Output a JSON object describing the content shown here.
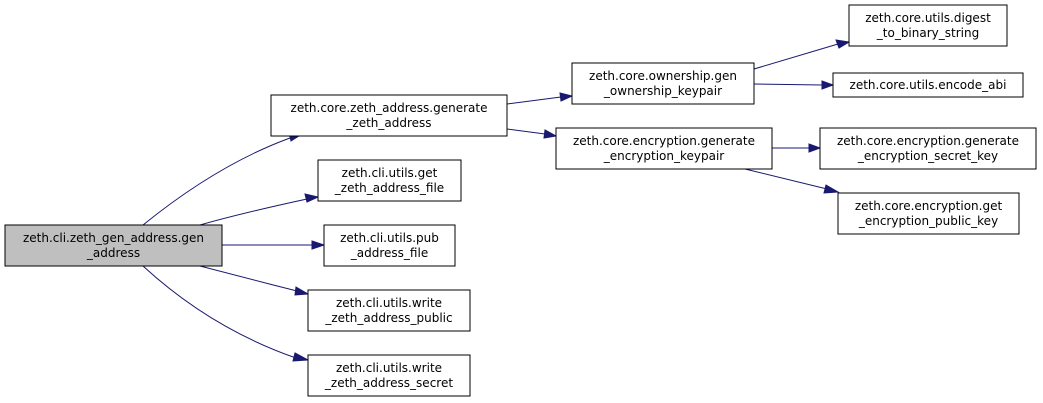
{
  "diagram": {
    "type": "call-graph",
    "nodes": [
      {
        "id": "root",
        "lines": [
          "zeth.cli.zeth_gen_address.gen",
          "_address"
        ],
        "highlighted": true
      },
      {
        "id": "gza",
        "lines": [
          "zeth.core.zeth_address.generate",
          "_zeth_address"
        ]
      },
      {
        "id": "gzaf",
        "lines": [
          "zeth.cli.utils.get",
          "_zeth_address_file"
        ]
      },
      {
        "id": "paf",
        "lines": [
          "zeth.cli.utils.pub",
          "_address_file"
        ]
      },
      {
        "id": "wzap",
        "lines": [
          "zeth.cli.utils.write",
          "_zeth_address_public"
        ]
      },
      {
        "id": "wzas",
        "lines": [
          "zeth.cli.utils.write",
          "_zeth_address_secret"
        ]
      },
      {
        "id": "gok",
        "lines": [
          "zeth.core.ownership.gen",
          "_ownership_keypair"
        ]
      },
      {
        "id": "gek",
        "lines": [
          "zeth.core.encryption.generate",
          "_encryption_keypair"
        ]
      },
      {
        "id": "dtbs",
        "lines": [
          "zeth.core.utils.digest",
          "_to_binary_string"
        ]
      },
      {
        "id": "eabi",
        "lines": [
          "zeth.core.utils.encode_abi"
        ]
      },
      {
        "id": "gesk",
        "lines": [
          "zeth.core.encryption.generate",
          "_encryption_secret_key"
        ]
      },
      {
        "id": "gepk",
        "lines": [
          "zeth.core.encryption.get",
          "_encryption_public_key"
        ]
      }
    ],
    "edges": [
      {
        "from": "root",
        "to": "gza"
      },
      {
        "from": "root",
        "to": "gzaf"
      },
      {
        "from": "root",
        "to": "paf"
      },
      {
        "from": "root",
        "to": "wzap"
      },
      {
        "from": "root",
        "to": "wzas"
      },
      {
        "from": "gza",
        "to": "gok"
      },
      {
        "from": "gza",
        "to": "gek"
      },
      {
        "from": "gok",
        "to": "dtbs"
      },
      {
        "from": "gok",
        "to": "eabi"
      },
      {
        "from": "gek",
        "to": "gesk"
      },
      {
        "from": "gek",
        "to": "gepk"
      }
    ],
    "colors": {
      "edge": "#191970",
      "highlight_fill": "#bfbfbf",
      "node_fill": "#ffffff",
      "border": "#000000"
    }
  }
}
